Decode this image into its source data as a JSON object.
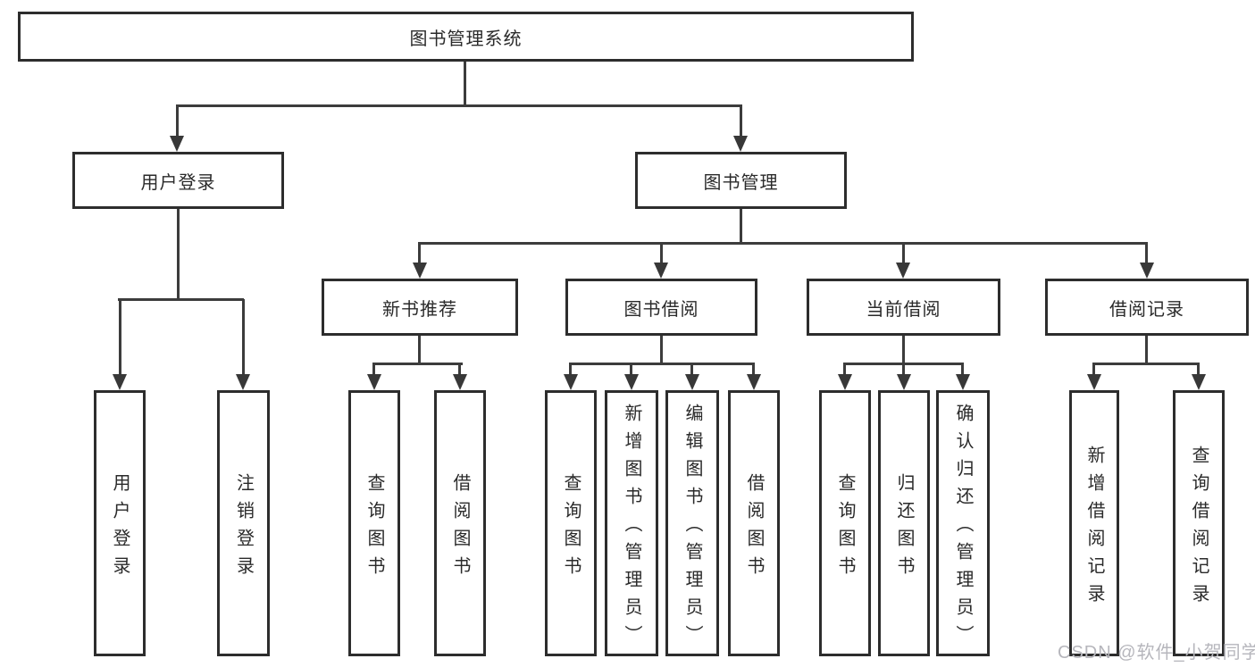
{
  "root": {
    "label": "图书管理系统"
  },
  "level2": [
    {
      "label": "用户登录"
    },
    {
      "label": "图书管理"
    }
  ],
  "level3": [
    {
      "label": "新书推荐"
    },
    {
      "label": "图书借阅"
    },
    {
      "label": "当前借阅"
    },
    {
      "label": "借阅记录"
    }
  ],
  "leaves": {
    "user_login": [
      {
        "label": "用户登录"
      },
      {
        "label": "注销登录"
      }
    ],
    "new_book": [
      {
        "label": "查询图书"
      },
      {
        "label": "借阅图书"
      }
    ],
    "book_borrow": [
      {
        "label": "查询图书"
      },
      {
        "label": "新增图书（管理员）"
      },
      {
        "label": "编辑图书（管理员）"
      },
      {
        "label": "借阅图书"
      }
    ],
    "current_borrow": [
      {
        "label": "查询图书"
      },
      {
        "label": "归还图书"
      },
      {
        "label": "确认归还（管理员）"
      }
    ],
    "borrow_records": [
      {
        "label": "新增借阅记录"
      },
      {
        "label": "查询借阅记录"
      }
    ]
  },
  "watermark": "CSDN @软件_小贺同学",
  "colors": {
    "line": "#3c3c3c",
    "box_border": "#2d2d2d",
    "text": "#2a2a2a",
    "watermark": "#b6b6bc",
    "background": "#ffffff"
  }
}
